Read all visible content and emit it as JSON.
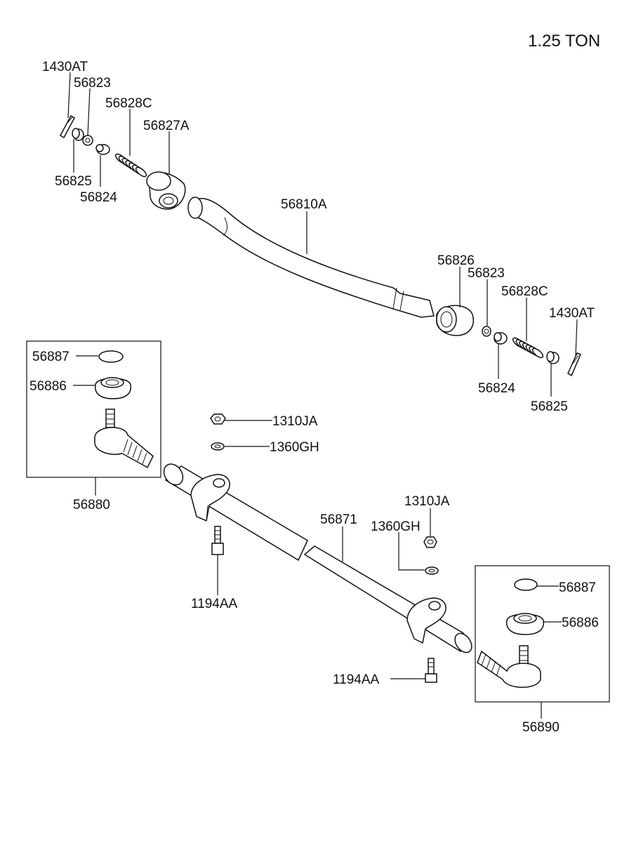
{
  "header": {
    "tonnage": "1.25 TON"
  },
  "labels": {
    "p1430at_a": "1430AT",
    "p56823_a": "56823",
    "p56828c_a": "56828C",
    "p56827a": "56827A",
    "p56825_a": "56825",
    "p56824_a": "56824",
    "p56810a": "56810A",
    "p56826": "56826",
    "p56823_b": "56823",
    "p56828c_b": "56828C",
    "p1430at_b": "1430AT",
    "p56824_b": "56824",
    "p56825_b": "56825",
    "p56887_a": "56887",
    "p56886_a": "56886",
    "p56880": "56880",
    "p1310ja_a": "1310JA",
    "p1360gh_a": "1360GH",
    "p1310ja_b": "1310JA",
    "p56871": "56871",
    "p1360gh_b": "1360GH",
    "p1194aa_a": "1194AA",
    "p56887_b": "56887",
    "p56886_b": "56886",
    "p1194aa_b": "1194AA",
    "p56890": "56890"
  }
}
